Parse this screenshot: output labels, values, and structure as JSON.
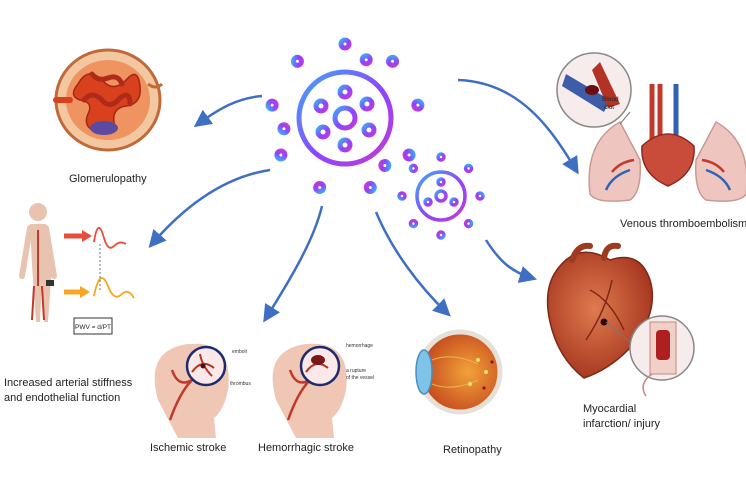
{
  "colors": {
    "arrow": "#3f6fc3",
    "virus_gradient": [
      "#3fa9f5",
      "#8e44ff",
      "#c23bd4"
    ],
    "blood": "#c0392b",
    "kidney": "#d9411e"
  },
  "center_icons": [
    "virus-icon-large",
    "virus-icon-small"
  ],
  "labels": {
    "glomerulopathy": "Glomerulopathy",
    "venous": "Venous thromboembolism",
    "arterial_line1": "Increased arterial stiffness",
    "arterial_line2": "and endothelial function",
    "ischemic": "Ischemic stroke",
    "hemorrhagic": "Hemorrhagic stroke",
    "retinopathy": "Retinopathy",
    "myocardial_line1": "Myocardial",
    "myocardial_line2": "infarction/ injury"
  },
  "annotations": {
    "blood_clot_1": "Blood",
    "blood_clot_2": "clot",
    "pwv_formula": "PWV = d/PT",
    "ischemic_emboli": "emboli",
    "ischemic_thrombus": "thrombus",
    "hemorrhage": "hemorrhage",
    "rupture_1": "a rupture",
    "rupture_2": "of the vessel"
  }
}
